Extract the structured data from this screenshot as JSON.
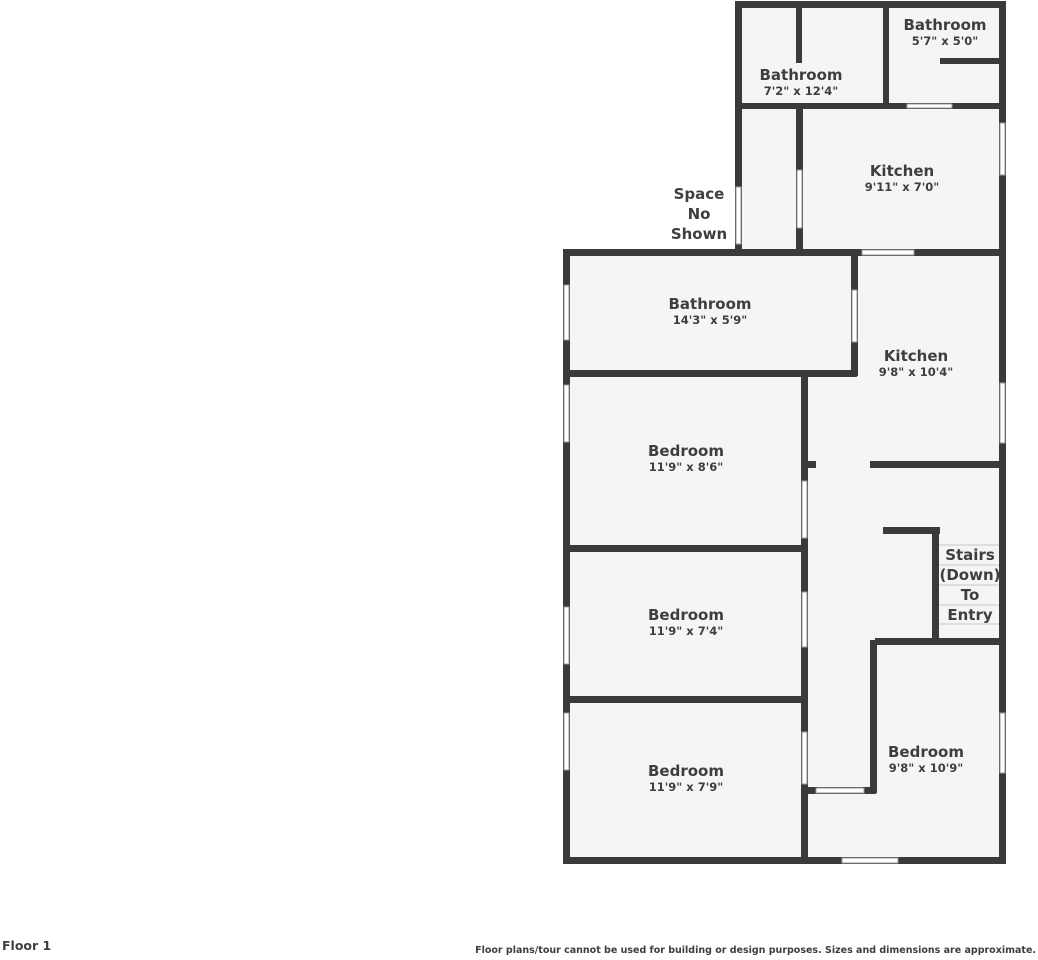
{
  "rooms": [
    {
      "name": "Bathroom",
      "dims": "5'7\" x 5'0\""
    },
    {
      "name": "Bathroom",
      "dims": "7'2\" x 12'4\""
    },
    {
      "name": "Kitchen",
      "dims": "9'11\" x 7'0\""
    },
    {
      "name": "Bathroom",
      "dims": "14'3\" x 5'9\""
    },
    {
      "name": "Kitchen",
      "dims": "9'8\" x 10'4\""
    },
    {
      "name": "Bedroom",
      "dims": "11'9\" x 8'6\""
    },
    {
      "name": "Bedroom",
      "dims": "11'9\" x 7'4\""
    },
    {
      "name": "Bedroom",
      "dims": "11'9\" x 7'9\""
    },
    {
      "name": "Bedroom",
      "dims": "9'8\" x 10'9\""
    }
  ],
  "space_label": [
    "Space",
    "No",
    "Shown"
  ],
  "stairs_label": [
    "Stairs",
    "(Down)",
    "To",
    "Entry"
  ],
  "floor_label": "Floor 1",
  "disclaimer": "Floor plans/tour cannot be used for building or design purposes. Sizes and dimensions are approximate.",
  "colors": {
    "wall": "#3a3a3a",
    "floor": "#f5f5f5",
    "window": "#ffffff",
    "text": "#3e3e3e"
  }
}
